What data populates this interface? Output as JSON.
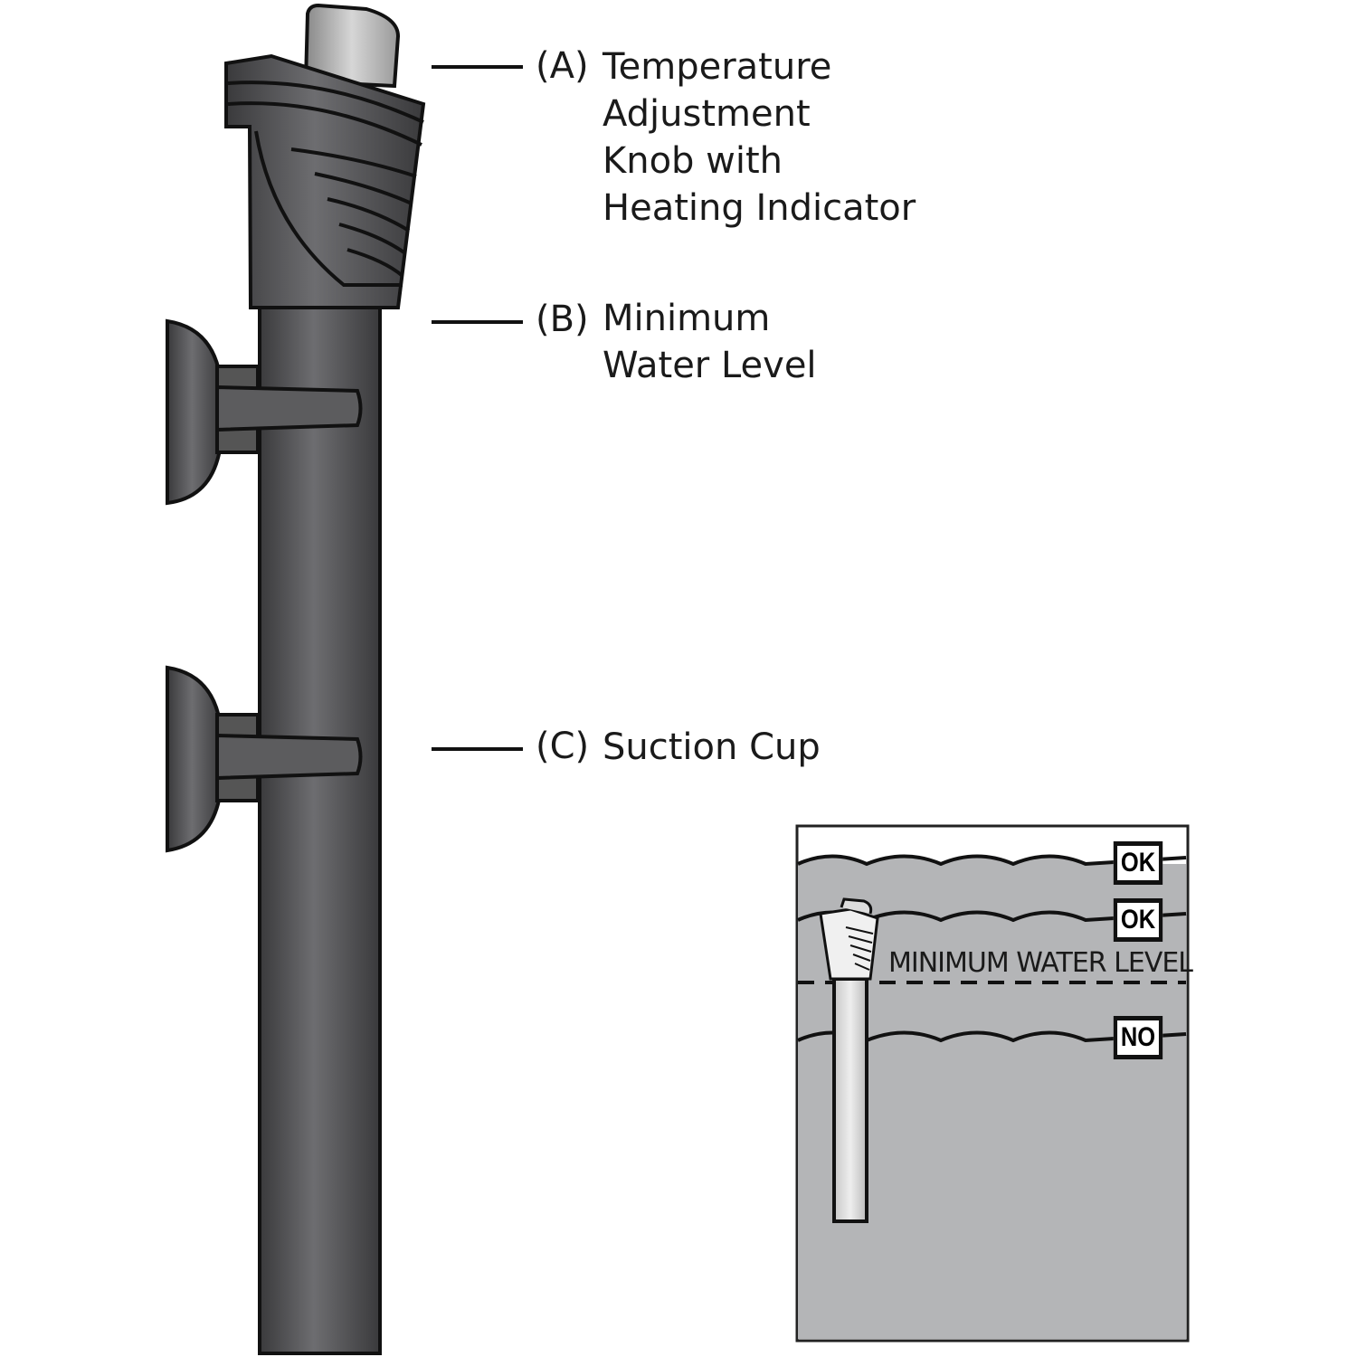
{
  "callouts": [
    {
      "letter": "(A)",
      "lines": [
        "Temperature",
        "Adjustment",
        "Knob with",
        "Heating Indicator"
      ]
    },
    {
      "letter": "(B)",
      "lines": [
        "Minimum",
        "Water Level"
      ]
    },
    {
      "letter": "(C)",
      "lines": [
        "Suction Cup"
      ]
    }
  ],
  "inset": {
    "tags": [
      "OK",
      "OK",
      "NO"
    ],
    "min_level_label": "MINIMUM WATER LEVEL"
  },
  "colors": {
    "heater": "#4a4a4c",
    "water": "#b4b5b7",
    "outline": "#111111"
  }
}
